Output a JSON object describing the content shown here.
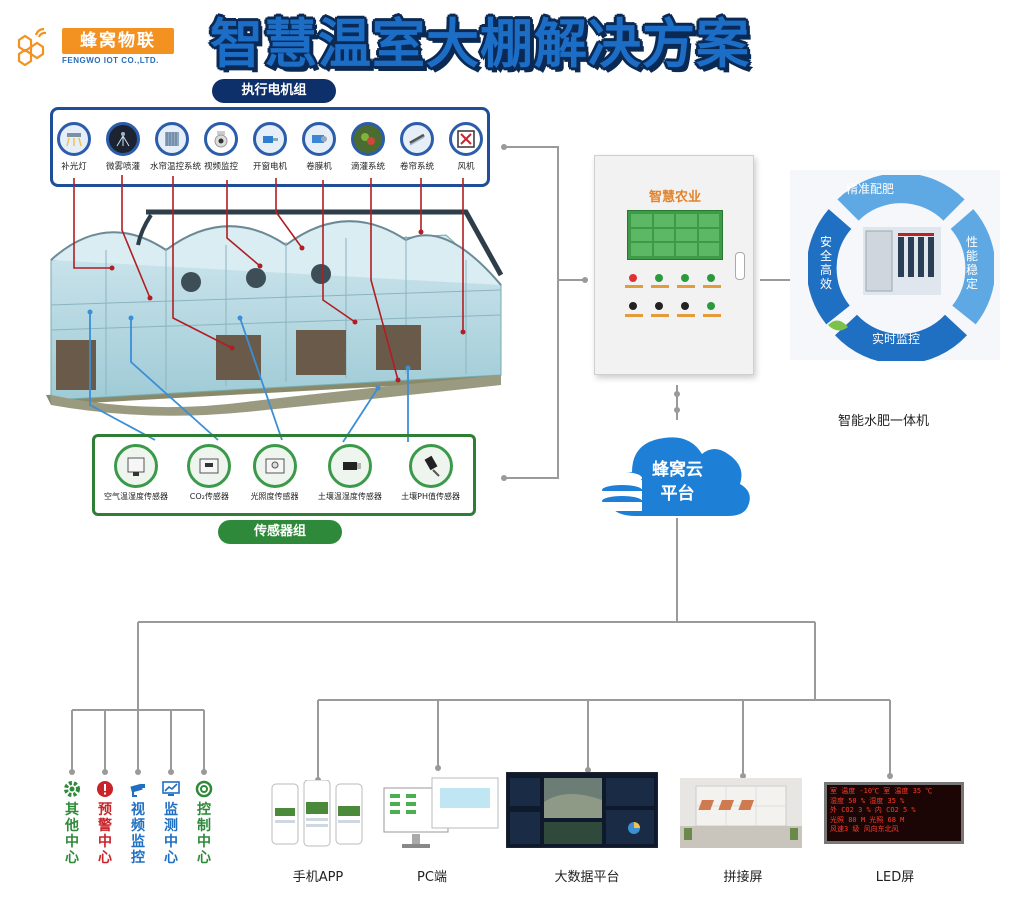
{
  "header": {
    "brand_name": "蜂窝物联",
    "brand_sub": "FENGWO IOT CO.,LTD.",
    "title": "智慧温室大棚解决方案"
  },
  "actuators": {
    "group_label": "执行电机组",
    "items": [
      {
        "label": "补光灯",
        "icon": "grow-light-icon"
      },
      {
        "label": "微雾喷灌",
        "icon": "mist-spray-icon"
      },
      {
        "label": "水帘温控系统",
        "icon": "water-curtain-icon"
      },
      {
        "label": "视频监控",
        "icon": "camera-icon"
      },
      {
        "label": "开窗电机",
        "icon": "window-motor-icon"
      },
      {
        "label": "卷膜机",
        "icon": "film-roller-icon"
      },
      {
        "label": "滴灌系统",
        "icon": "drip-irrigation-icon"
      },
      {
        "label": "卷帘系统",
        "icon": "roller-shutter-icon"
      },
      {
        "label": "风机",
        "icon": "fan-icon"
      }
    ]
  },
  "sensors": {
    "group_label": "传感器组",
    "items": [
      {
        "label": "空气温湿度传感器",
        "icon": "air-sensor-icon"
      },
      {
        "label": "CO₂传感器",
        "icon": "co2-sensor-icon"
      },
      {
        "label": "光照度传感器",
        "icon": "light-sensor-icon"
      },
      {
        "label": "土壤温湿度传感器",
        "icon": "soil-sensor-icon"
      },
      {
        "label": "土壤PH值传感器",
        "icon": "ph-sensor-icon"
      }
    ]
  },
  "controller": {
    "title": "智慧农业"
  },
  "fertigation": {
    "segments": [
      "精准配肥",
      "性能稳定",
      "实时监控",
      "安全高效"
    ],
    "label": "智能水肥一体机",
    "colors": {
      "light": "#5ea8e3",
      "dark": "#1f6fc2"
    }
  },
  "cloud": {
    "line1": "蜂窝云",
    "line2": "平台"
  },
  "centers": [
    {
      "label": "其他中心",
      "icon": "gear-icon",
      "color": "#2e8a3a"
    },
    {
      "label": "预警中心",
      "icon": "alert-icon",
      "color": "#c8242a"
    },
    {
      "label": "视频监控",
      "icon": "cctv-icon",
      "color": "#1f6fc2"
    },
    {
      "label": "监测中心",
      "icon": "monitor-icon",
      "color": "#1f6fc2"
    },
    {
      "label": "控制中心",
      "icon": "control-icon",
      "color": "#2e8a3a"
    }
  ],
  "devices": [
    {
      "label": "手机APP",
      "icon": "phone-icon"
    },
    {
      "label": "PC端",
      "icon": "pc-icon"
    },
    {
      "label": "大数据平台",
      "icon": "dashboard-icon"
    },
    {
      "label": "拼接屏",
      "icon": "video-wall-icon"
    },
    {
      "label": "LED屏",
      "icon": "led-screen-icon"
    }
  ],
  "led_screen": {
    "rows": [
      "室 温度 -10℃ 室 温度 35 ℃",
      "   湿度 50 %     湿度 35 %",
      "外 CO2  3 %  内 CO2  5 %",
      "   光照 80 M     光照 68 M",
      "风速3 级    风向东北风"
    ]
  }
}
